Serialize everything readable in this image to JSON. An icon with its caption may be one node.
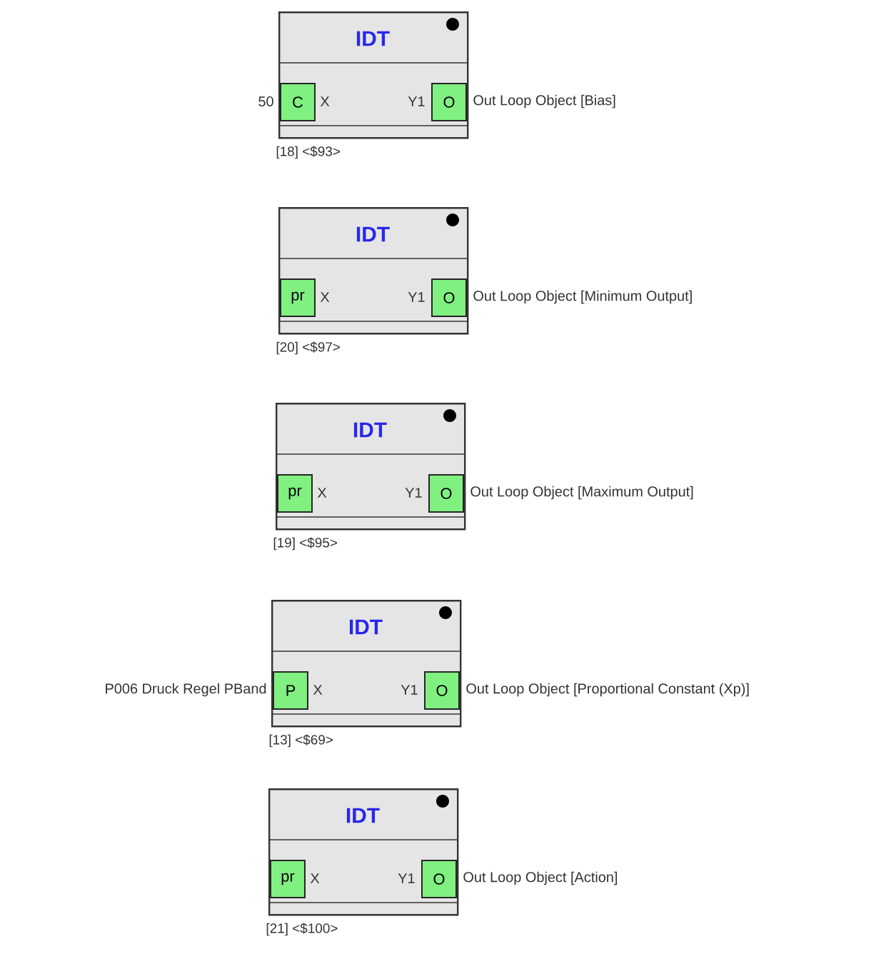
{
  "diagram": {
    "nodes": [
      {
        "text": [
          "IDT"
        ],
        "beside": [
          "[18] <$93>"
        ]
      },
      {
        "text": [
          "C"
        ],
        "in": 0,
        "beside": [
          "50",
          "X"
        ]
      },
      {
        "text": [
          "O"
        ],
        "in": 0,
        "beside": [
          "Y1",
          "Out Loop Object [Bias]"
        ]
      },
      {
        "text": [
          "IDT"
        ],
        "beside": [
          "[20] <$97>"
        ]
      },
      {
        "text": [
          "pr"
        ],
        "in": 3,
        "beside": [
          "X"
        ]
      },
      {
        "text": [
          "O"
        ],
        "in": 3,
        "beside": [
          "Y1",
          "Out Loop Object [Minimum Output]"
        ]
      },
      {
        "text": [
          "IDT"
        ],
        "beside": [
          "[19] <$95>"
        ]
      },
      {
        "text": [
          "pr"
        ],
        "in": 6,
        "beside": [
          "X"
        ]
      },
      {
        "text": [
          "O"
        ],
        "in": 6,
        "beside": [
          "Y1",
          "Out Loop Object [Maximum Output]"
        ]
      },
      {
        "text": [
          "IDT"
        ],
        "beside": [
          "[13] <$69>"
        ]
      },
      {
        "text": [
          "P"
        ],
        "in": 9,
        "beside": [
          "P006 Druck Regel PBand",
          "X"
        ]
      },
      {
        "text": [
          "O"
        ],
        "in": 9,
        "beside": [
          "Y1",
          "Out Loop Object [Proportional Constant (Xp)]"
        ]
      },
      {
        "text": [
          "IDT"
        ],
        "beside": [
          "[21] <$100>"
        ]
      },
      {
        "text": [
          "pr"
        ],
        "in": 12,
        "beside": [
          "X"
        ]
      },
      {
        "text": [
          "O"
        ],
        "in": 12,
        "beside": [
          "Y1",
          "Out Loop Object [Action]"
        ]
      }
    ]
  }
}
